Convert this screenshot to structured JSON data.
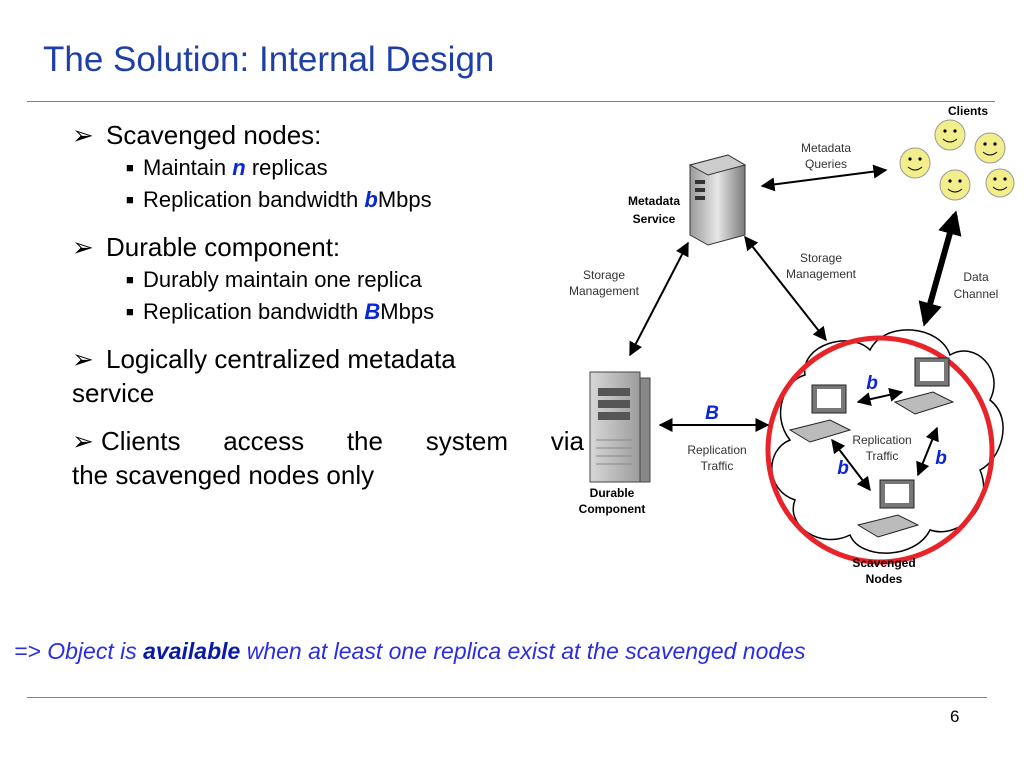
{
  "title": "The Solution: Internal Design",
  "bullets": {
    "scavenged": {
      "heading": "Scavenged nodes:",
      "sub1_pre": "Maintain ",
      "sub1_var": "n",
      "sub1_post": " replicas",
      "sub2_pre": "Replication bandwidth ",
      "sub2_var": "b",
      "sub2_post": "Mbps"
    },
    "durable": {
      "heading": "Durable component:",
      "sub1": "Durably maintain one replica",
      "sub2_pre": "Replication bandwidth ",
      "sub2_var": "B",
      "sub2_post": "Mbps"
    },
    "metadata": {
      "line1": "Logically centralized metadata",
      "line2": "service"
    },
    "clients": {
      "w1": "Clients",
      "w2": "access",
      "w3": "the",
      "w4": "system",
      "w5": "via",
      "line2": "the scavenged nodes only"
    }
  },
  "diagram": {
    "clients_label": "Clients",
    "metadata_service_l1": "Metadata",
    "metadata_service_l2": "Service",
    "metadata_queries_l1": "Metadata",
    "metadata_queries_l2": "Queries",
    "storage_mgmt_left_l1": "Storage",
    "storage_mgmt_left_l2": "Management",
    "storage_mgmt_right_l1": "Storage",
    "storage_mgmt_right_l2": "Management",
    "data_channel_l1": "Data",
    "data_channel_l2": "Channel",
    "durable_l1": "Durable",
    "durable_l2": "Component",
    "replication_left_l1": "Replication",
    "replication_left_l2": "Traffic",
    "replication_cloud_l1": "Replication",
    "replication_cloud_l2": "Traffic",
    "big_B": "B",
    "small_b1": "b",
    "small_b2": "b",
    "small_b3": "b",
    "scavenged_l1": "Scavenged",
    "scavenged_l2": "Nodes"
  },
  "footer": {
    "prefix": "=> Object is ",
    "emph": "available",
    "suffix": " when at least one replica exist at the scavenged nodes"
  },
  "page_number": "6",
  "colors": {
    "title": "#1f3fa8",
    "accent_blue": "#0b26d6",
    "circle_red": "#e8232a",
    "smiley_yellow": "#f2ee8c"
  }
}
